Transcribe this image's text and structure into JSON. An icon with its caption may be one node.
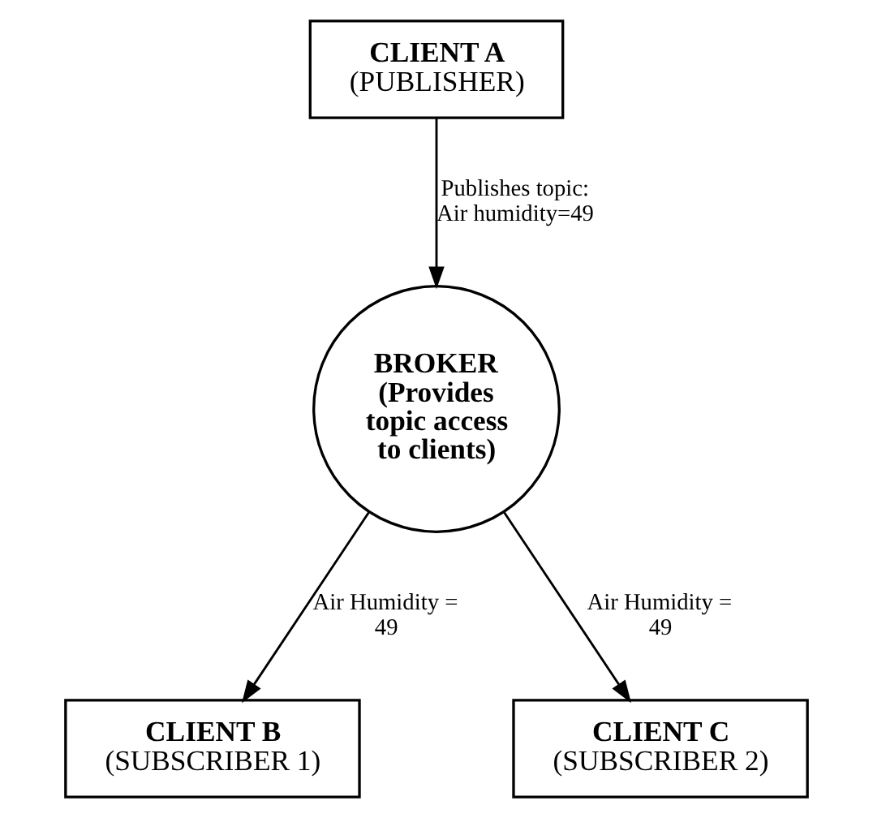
{
  "diagram": {
    "nodes": [
      {
        "text": [
          "CLIENT A",
          "(PUBLISHER)"
        ]
      },
      {
        "text": [
          "BROKER",
          "(Provides topic access to clients)"
        ]
      },
      {
        "text": [
          "CLIENT B",
          "(SUBSCRIBER 1)"
        ]
      },
      {
        "text": [
          "CLIENT C",
          "(SUBSCRIBER 2)"
        ]
      }
    ],
    "edges": [
      {
        "from": 0,
        "to": 1,
        "arrow": "to",
        "label": "Publishes topic: Air humidity=49"
      },
      {
        "from": 1,
        "to": 2,
        "arrow": "to",
        "label": "Air Humidity = 49"
      },
      {
        "from": 1,
        "to": 3,
        "arrow": "to",
        "label": "Air Humidity = 49"
      }
    ]
  }
}
